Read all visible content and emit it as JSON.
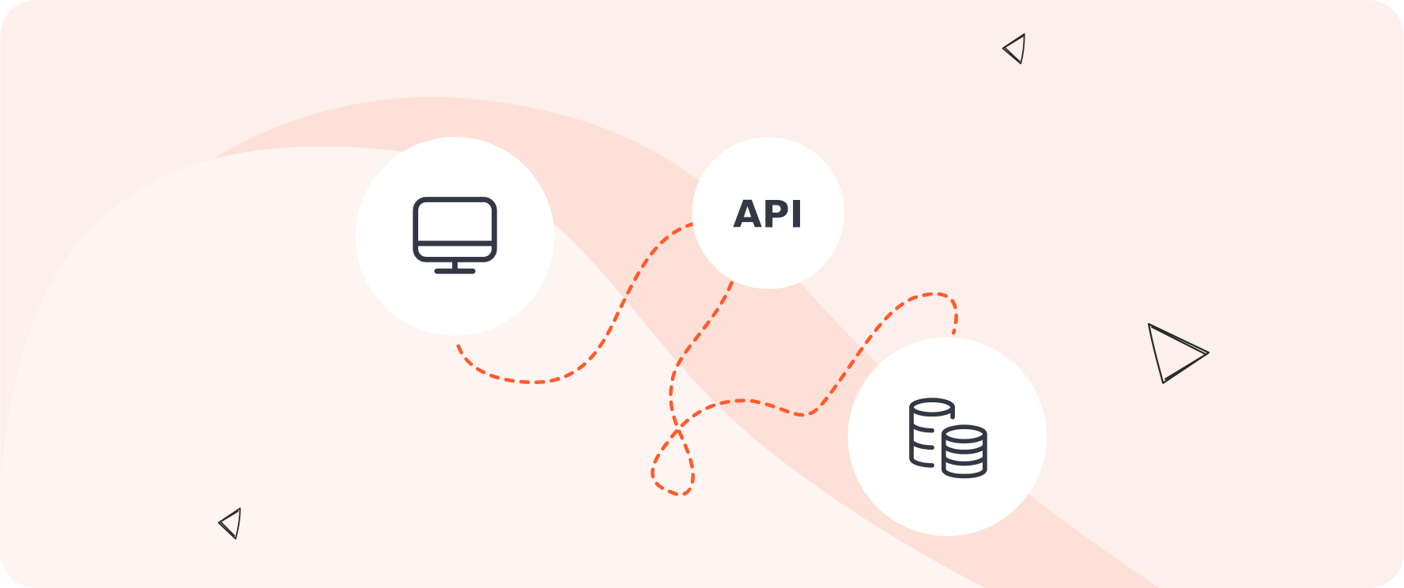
{
  "diagram": {
    "nodes": [
      {
        "id": "client",
        "icon": "monitor-icon"
      },
      {
        "id": "api",
        "label": "API"
      },
      {
        "id": "database",
        "icon": "database-icon"
      }
    ],
    "edges": [
      {
        "from": "api",
        "to": "client",
        "style": "dashed-arrow"
      },
      {
        "from": "api",
        "to": "database",
        "style": "dashed-arrow"
      }
    ]
  },
  "colors": {
    "background": "#fdefeb",
    "band": "#fde0d8",
    "inner": "#fef4f2",
    "accent": "#ff5a2c",
    "icon": "#343845"
  }
}
